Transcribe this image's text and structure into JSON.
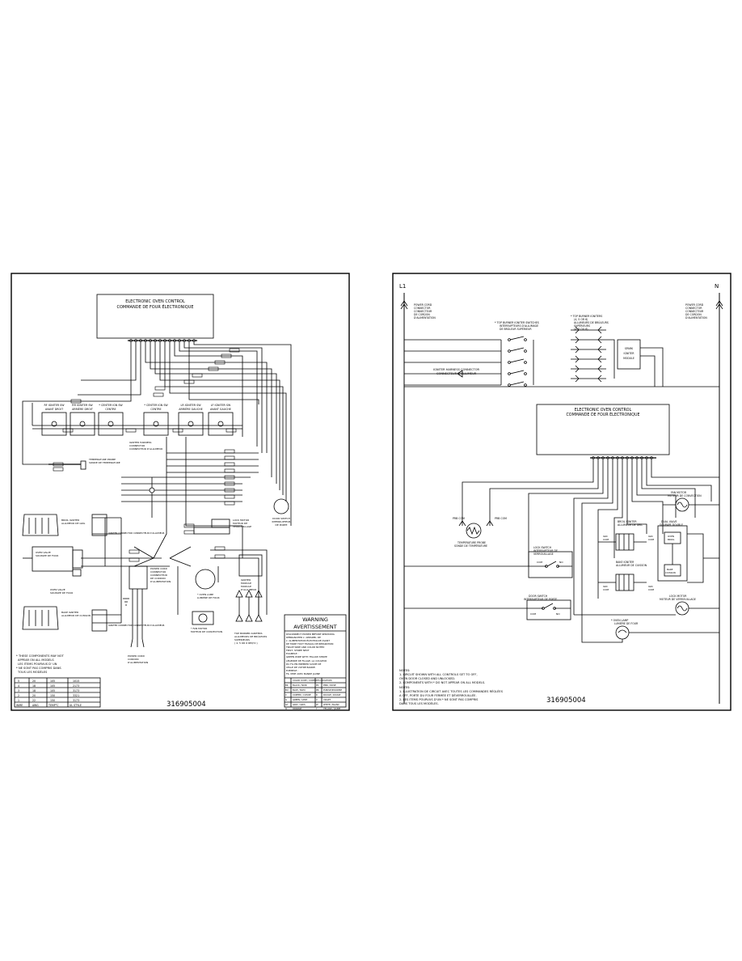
{
  "left_sheet": {
    "control_box": {
      "line1": "ELECTRONIC OVEN CONTROL",
      "line2": "COMMANDE DE FOUR ÉLECTRONIQUE"
    },
    "igniters": [
      {
        "line1": "RF IGNITER SW",
        "line2": "AVANT DROIT"
      },
      {
        "line1": "RR IGNITER SW",
        "line2": "ARRIÈRE DROIT"
      },
      {
        "line1": "* CENTER IGN SW",
        "line2": "CENTRE"
      },
      {
        "line1": "* CENTER IGN SW",
        "line2": "CENTRE"
      },
      {
        "line1": "LR IGNITER SW",
        "line2": "ARRIÈRE GAUCHE"
      },
      {
        "line1": "LF IGNITER SW",
        "line2": "AVANT GAUCHE"
      }
    ],
    "temp_probe": {
      "line1": "TEMPERATURE PROBE",
      "line2": "SONDE DE TEMPERATURE"
    },
    "igniter_harness": {
      "line1": "IGNITER HARNESS",
      "line2": "CONNECTOR",
      "line3": "CONNECTEUR D'ALLUMEUR"
    },
    "broil_igniter": {
      "line1": "BROIL IGNITER",
      "line2": "ALLUMEUR DE GRIL"
    },
    "oven_valve": {
      "line1": "OVEN VALVE",
      "line2": "SOUPAPE DE FOUR"
    },
    "bake_igniter": {
      "line1": "BAKE IGNITER",
      "line2": "ALLUMEUR DE CUISSON"
    },
    "igniter_connector_label": "IGNITER CONNECTOR CONNECTEUR D'ALLUMEUR",
    "door_switch": {
      "line1": "DOOR SWITCH",
      "line2": "INTERRUPTEUR",
      "line3": "DE PORTE"
    },
    "lock_motor": {
      "line1": "LOCK MOTOR",
      "line2": "MOTEUR DE",
      "line3": "VERROUILLAGE"
    },
    "power_cord_connector": {
      "line1": "POWER CORD",
      "line2": "CONNECTOR",
      "line3": "CONNECTEUR",
      "line4": "DE CORDON",
      "line5": "D'ALIMENTATION"
    },
    "oven_lamp": {
      "line1": "* OVEN LAMP",
      "line2": "LUMIÈRE DE FOUR"
    },
    "fan_motor": {
      "line1": "* FAN MOTOR",
      "line2": "MOTEUR DE CONVECTION"
    },
    "igniter_module": {
      "line1": "IGNITER",
      "line2": "MODULE",
      "line3": "MODULE",
      "line4": "D'ALLUMEUR"
    },
    "top_burner_igniters": {
      "line1": "TOP BURNER IGNITERS",
      "line2": "ALLUMEURS DE BRÛLEURS",
      "line3": "SUPÉRIEURS",
      "line4": "( 4, 5 OR 6 REQ'D )"
    },
    "power_cord": {
      "line1": "POWER CORD",
      "line2": "CORDON",
      "line3": "D'ALIMENTATION"
    },
    "footnote": [
      "* THESE COMPONENTS MAY NOT",
      "APPEAR ON ALL MODELS",
      "LES ITEMS POURVUS D' UN",
      "* NE SONT PAS COMPRIS DANS",
      "TOUS LES MODÈLES"
    ],
    "wire_table": {
      "header": [
        "WIRE",
        "AWG",
        "TEMP°C",
        "UL STYLE"
      ],
      "rows": [
        [
          "5",
          "20",
          "105",
          "1015"
        ],
        [
          "4",
          "18",
          "105",
          "2173"
        ],
        [
          "3",
          "18",
          "105",
          "3173"
        ],
        [
          "2",
          "20",
          "150",
          "3321"
        ],
        [
          "1",
          "22",
          "150",
          "3173"
        ]
      ]
    },
    "part_number": "316905004",
    "warning": {
      "title1": "WARNING",
      "title2": "AVERTISSEMENT",
      "text": [
        "DISCONNECT POWER BEFORE SERVICING",
        "DÉBRANCHER L' APPAREIL DE",
        "L' ALIMENTATION ÉLECTRIQUE AVANT",
        "DE FAIRE TOUT TRAVAIL DE RÉPARATION",
        "TRACE WIRE AND COLOR NOTED",
        "FIRST, STRIPE NEXT",
        "EXAMPLE :",
        "GREEN WIRE WITH YELLOW STRIPE",
        "LÉGENDE DE FILAGE, LA COULEUR",
        "DU FIL EN PREMIER SUIVIE DE",
        "CELLE DE VOTRE BANDE.",
        "EXEMPLE :",
        "FIL VERT AVEC BANDE JAUNE"
      ],
      "color_codes": [
        [
          "BK",
          "BLACK / NOIR",
          "PK",
          "PINK / ROSE"
        ],
        [
          "BU",
          "BLUE / BLEU",
          "PR",
          "PURPLE/POURPRE"
        ],
        [
          "C",
          "COPPER / CUIVRE",
          "R",
          "ROUGE / ROUGE"
        ],
        [
          "G",
          "GREEN / VERT",
          "V",
          "VIOLET"
        ],
        [
          "GY",
          "GRAY / GRIS",
          "W",
          "WHITE / BLANC"
        ],
        [
          "O",
          "ORANGE",
          "Y",
          "YELLOW / JAUNE"
        ]
      ],
      "color_header": [
        "COLOR CODE / CODE DES COULEURS"
      ]
    }
  },
  "right_sheet": {
    "l1": "L1",
    "n": "N",
    "power_cord_left": [
      "POWER CORD",
      "CONNECTOR",
      "CONNECTEUR",
      "DE CORDON",
      "D'ALIMENTATION"
    ],
    "power_cord_right": [
      "POWER CORD",
      "CONNECTOR",
      "CONNECTEUR",
      "DE CORDON",
      "D'ALIMENTATION"
    ],
    "top_burner_switches": [
      "* TOP BURNER IGNITER SWITCHES",
      "INTERRUPTEURS D'ALLUMAGE",
      "DE BRÛLEUR SUPÉRIEUR"
    ],
    "top_burner_igniters": [
      "* TOP BURNER IGNITERS",
      "(4, 5 OR 6)",
      "ALLUMEURS DE BRÛLEURS",
      "SUPÉRIEURS",
      "(4, 5 OU 6)"
    ],
    "spark_module": [
      "SPARK",
      "IGNITER",
      "MODULE"
    ],
    "igniter_harness": [
      "IGNITER HARNESS CONNECTOR",
      "CONNECTEUR D'ALLUMEUR"
    ],
    "control_box": {
      "line1": "ELECTRONIC OVEN CONTROL",
      "line2": "COMMANDE DE FOUR ÉLECTRONIQUE"
    },
    "fan_motor": [
      "FAN MOTOR",
      "MOTEUR DE CONVECTION"
    ],
    "broil_igniter": [
      "BROIL IGNITER",
      "ALLUMEUR DE GRIL"
    ],
    "dual_valve": [
      "DUAL VALVE",
      "SOUPAPE DOUBLE"
    ],
    "bake_igniter": [
      "BAKE IGNITER",
      "ALLUMEUR DE CUISSON"
    ],
    "oven_broil": [
      "OVEN",
      "BROIL"
    ],
    "bake_cuisson": [
      "BAKE",
      "CUISSON"
    ],
    "ign_com": [
      "IGN",
      "COM"
    ],
    "lock_motor": [
      "LOCK MOTOR",
      "MOTEUR DE VERROUILLAGE"
    ],
    "oven_lamp": [
      "* OVEN LAMP",
      "LUMIÈRE DE FOUR"
    ],
    "temp_probe": [
      "TEMPERATURE PROBE",
      "SONDE DE TEMPÉRATURE"
    ],
    "prb_com1": "PRB COM",
    "prb_com2": "PRB COM",
    "lock_switch": [
      "LOCK SWITCH",
      "INTERRUPTEUR DE",
      "VERROUILLAGE"
    ],
    "door_switch": [
      "DOOR SWITCH",
      "INTERRUPTEUR DE PORTE"
    ],
    "com": "COM",
    "no": "NO",
    "notes": [
      "NOTES:",
      "1. CIRCUIT SHOWN WITH ALL CONTROLS SET TO OFF,",
      "   OVEN DOOR CLOSED AND UNLOCKED.",
      "2. COMPONENTS WITH * DO NOT APPEAR ON ALL MODELS.",
      "NOTES:",
      "1. ILLUSTRATION DE CIRCUIT AVEC TOUTES LES COMMANDES RÉGLÉES",
      "   A OFF, PORTE DU FOUR FERMÉE ET DÉVERROUILLÉE.",
      "2. LES ITEMS POURVUS D'UN * NE SONT PAS COMPRIS",
      "   DANS TOUS LES MODÈLES."
    ],
    "part_number": "316905004"
  }
}
